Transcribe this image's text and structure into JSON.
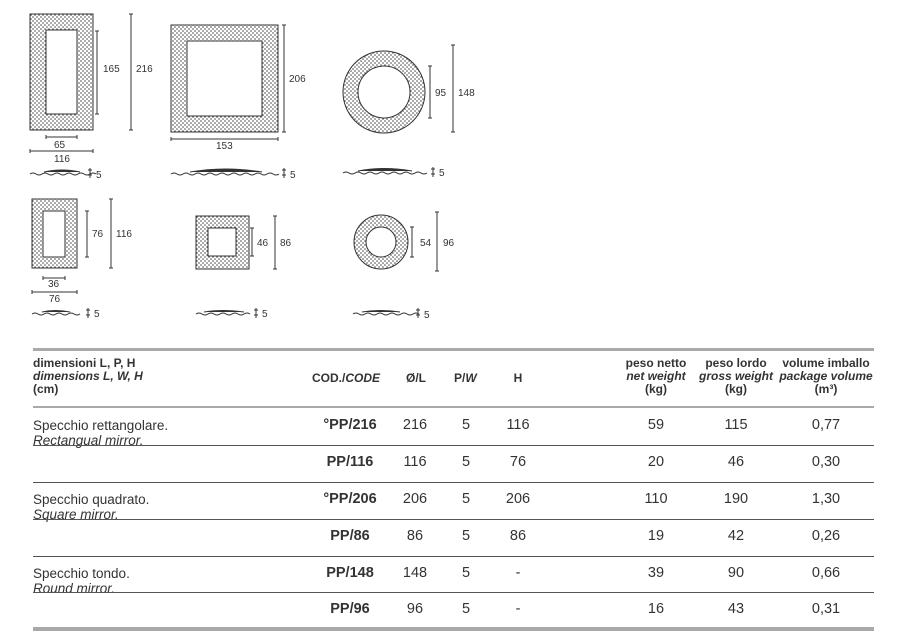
{
  "drawings": {
    "rect_large": {
      "inner_w": "65",
      "outer_w": "116",
      "inner_h": "165",
      "outer_h": "216",
      "thickness": "5"
    },
    "square_large": {
      "outer_w": "153",
      "outer_h": "206",
      "thickness": "5"
    },
    "round_large": {
      "inner_d": "95",
      "outer_d": "148",
      "thickness": "5"
    },
    "rect_small": {
      "inner_w": "36",
      "outer_w": "76",
      "inner_h": "76",
      "outer_h": "116",
      "thickness": "5"
    },
    "square_small": {
      "inner_h": "46",
      "outer_h": "86",
      "thickness": "5"
    },
    "round_small": {
      "inner_d": "54",
      "outer_d": "96",
      "thickness": "5"
    }
  },
  "table": {
    "header": {
      "dimensions": [
        "dimensioni L, P, H",
        "dimensions L, W, H",
        "(cm)"
      ],
      "code_it": "COD./",
      "code_en": "CODE",
      "diameter_length": "Ø/L",
      "depth_it": "P/",
      "depth_en": "W",
      "height": "H",
      "net_weight": [
        "peso netto",
        "net weight",
        "(kg)"
      ],
      "gross_weight": [
        "peso lordo",
        "gross weight",
        "(kg)"
      ],
      "volume": [
        "volume imballo",
        "package volume",
        "(m³)"
      ]
    },
    "groups": [
      {
        "name_it": "Specchio rettangolare.",
        "name_en": "Rectangual mirror."
      },
      {
        "name_it": "Specchio quadrato.",
        "name_en": "Square mirror."
      },
      {
        "name_it": "Specchio tondo.",
        "name_en": "Round mirror."
      }
    ],
    "rows": [
      {
        "code": "°PP/216",
        "l": "216",
        "p": "5",
        "h": "116",
        "net": "59",
        "gross": "115",
        "vol": "0,77"
      },
      {
        "code": "PP/116",
        "l": "116",
        "p": "5",
        "h": "76",
        "net": "20",
        "gross": "46",
        "vol": "0,30"
      },
      {
        "code": "°PP/206",
        "l": "206",
        "p": "5",
        "h": "206",
        "net": "110",
        "gross": "190",
        "vol": "1,30"
      },
      {
        "code": "PP/86",
        "l": "86",
        "p": "5",
        "h": "86",
        "net": "19",
        "gross": "42",
        "vol": "0,26"
      },
      {
        "code": "PP/148",
        "l": "148",
        "p": "5",
        "h": "-",
        "net": "39",
        "gross": "90",
        "vol": "0,66"
      },
      {
        "code": "PP/96",
        "l": "96",
        "p": "5",
        "h": "-",
        "net": "16",
        "gross": "43",
        "vol": "0,31"
      }
    ]
  }
}
